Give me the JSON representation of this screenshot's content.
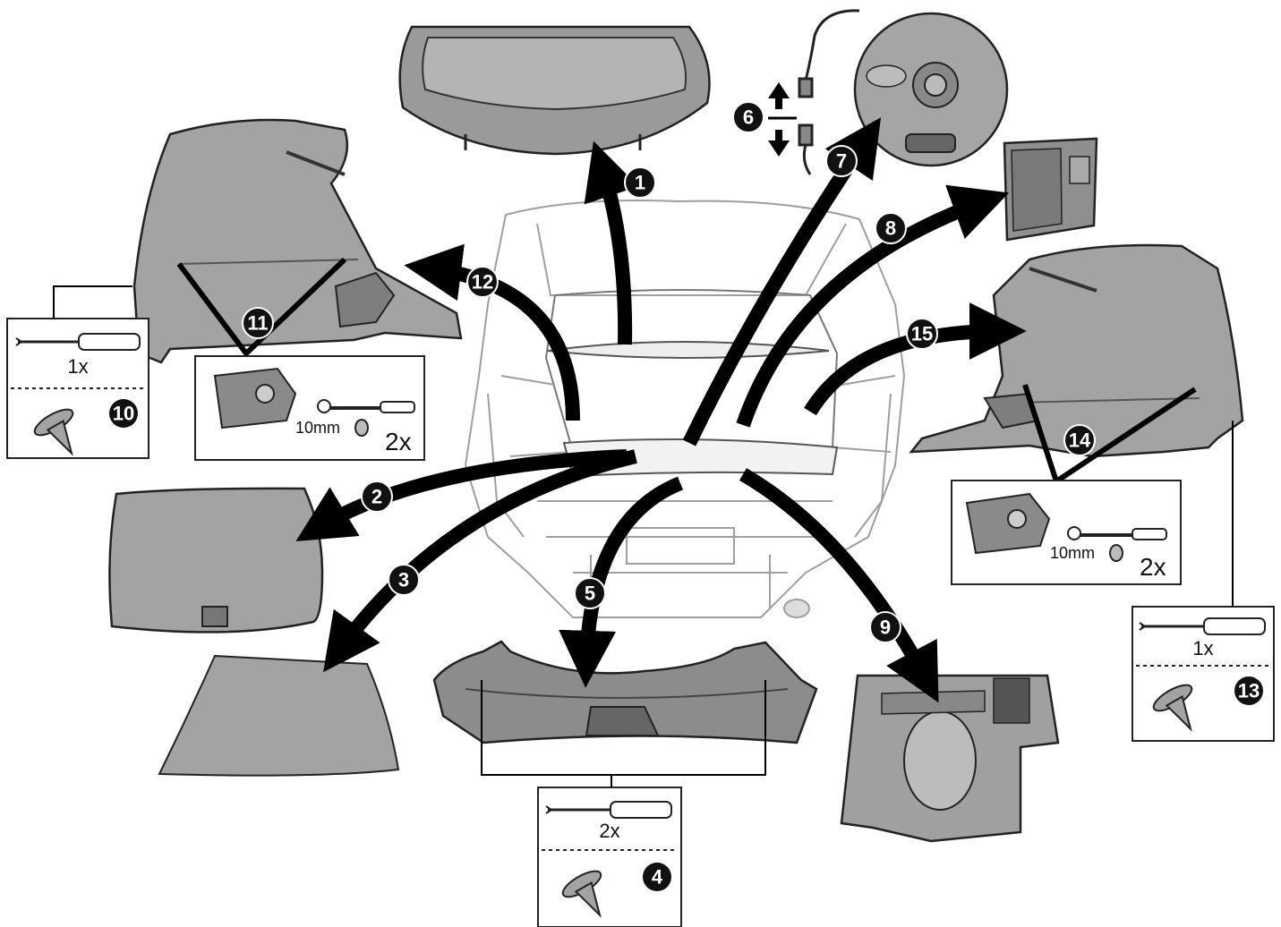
{
  "steps": [
    "1",
    "2",
    "3",
    "4",
    "5",
    "6",
    "7",
    "8",
    "9",
    "10",
    "11",
    "12",
    "13",
    "14",
    "15"
  ],
  "tool_boxes": {
    "left": {
      "qty": "1x",
      "badge": "10"
    },
    "bottom": {
      "qty": "2x",
      "badge": "4"
    },
    "right": {
      "qty": "1x",
      "badge": "13"
    }
  },
  "fastener_boxes": {
    "left": {
      "size": "10mm",
      "count": "2x"
    },
    "right": {
      "size": "10mm",
      "count": "2x"
    }
  },
  "colors": {
    "part_fill": "#9a9a9a",
    "dark_fill": "#6d6d6d",
    "arrow": "#000000",
    "car_line": "#9e9e9e"
  }
}
